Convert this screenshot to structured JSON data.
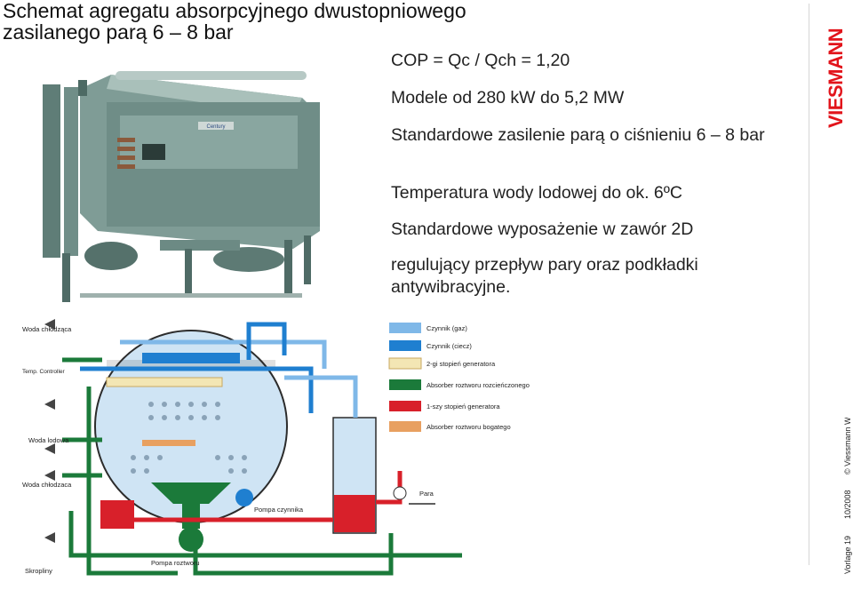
{
  "slide": {
    "title_line1": "Schemat agregatu absorpcyjnego dwustopniowego",
    "title_line2": "zasilanego parą 6 – 8 bar"
  },
  "bullets": [
    "COP = Qc / Qch = 1,20",
    "Modele od 280 kW do 5,2 MW",
    "Standardowe zasilenie parą o ciśnieniu 6 – 8 bar",
    "Temperatura wody lodowej do ok. 6ºC",
    "Standardowe wyposażenie w zawór 2D",
    "regulujący przepływ pary oraz podkładki antywibracyjne."
  ],
  "brand": {
    "name": "VIESMANN",
    "color": "#e2141b"
  },
  "footer": {
    "page": "Vorlage 19",
    "date": "10/2008",
    "copyright": "© Viessmann Werke"
  },
  "photo": {
    "label": "Century"
  },
  "diagram": {
    "legend": [
      {
        "label": "Czynnik (gaz)",
        "color": "#7fb8e8"
      },
      {
        "label": "Czynnik (ciecz)",
        "color": "#1f7fd0"
      },
      {
        "label": "2-gi stopień generatora",
        "color": "#f3e6b4"
      },
      {
        "label": "Absorber roztworu rozcieńczonego",
        "color": "#1b7a3a"
      },
      {
        "label": "1-szy stopień generatora",
        "color": "#d8202a"
      },
      {
        "label": "Absorber roztworu bogatego",
        "color": "#e8a060"
      }
    ],
    "labels": {
      "woda_chlodzaca_top": "Woda chłodząca",
      "temp_controller": "Temp. Controller",
      "woda_lodowa": "Woda lodowa",
      "woda_chlodzaca_bottom": "Woda chłodzaca",
      "skropliny": "Skropliny",
      "pompa_roztworu": "Pompa roztworu",
      "pompa_czynnika": "Pompa czynnika",
      "para": "Para"
    }
  }
}
